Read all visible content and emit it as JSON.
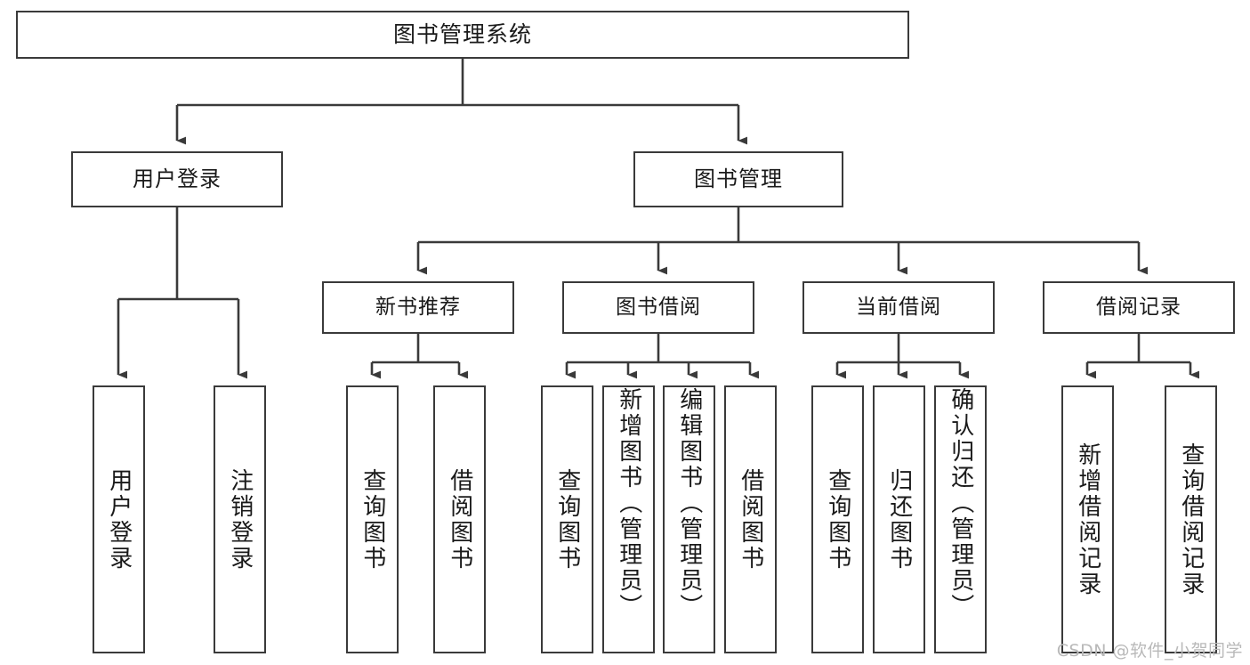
{
  "diagram": {
    "title": "图书管理系统",
    "type": "tree-hierarchy-diagram",
    "root": {
      "label": "图书管理系统"
    },
    "level2": [
      {
        "label": "用户登录"
      },
      {
        "label": "图书管理"
      }
    ],
    "level3": [
      {
        "label": "新书推荐"
      },
      {
        "label": "图书借阅"
      },
      {
        "label": "当前借阅"
      },
      {
        "label": "借阅记录"
      }
    ],
    "leaves": {
      "user_login": [
        {
          "label": "用户登录"
        },
        {
          "label": "注销登录"
        }
      ],
      "new_book_recommend": [
        {
          "label": "查询图书"
        },
        {
          "label": "借阅图书"
        }
      ],
      "book_borrow": [
        {
          "label": "查询图书"
        },
        {
          "label": "新增图书（管理员）"
        },
        {
          "label": "编辑图书（管理员）"
        },
        {
          "label": "借阅图书"
        }
      ],
      "current_borrow": [
        {
          "label": "查询图书"
        },
        {
          "label": "归还图书"
        },
        {
          "label": "确认归还（管理员）"
        }
      ],
      "borrow_record": [
        {
          "label": "新增借阅记录"
        },
        {
          "label": "查询借阅记录"
        }
      ]
    },
    "watermark": "CSDN @软件_小贺同学",
    "colors": {
      "stroke": "#3a3a3a",
      "text": "#1a1a1a",
      "background": "#ffffff",
      "watermark": "#b9b9b9"
    }
  }
}
